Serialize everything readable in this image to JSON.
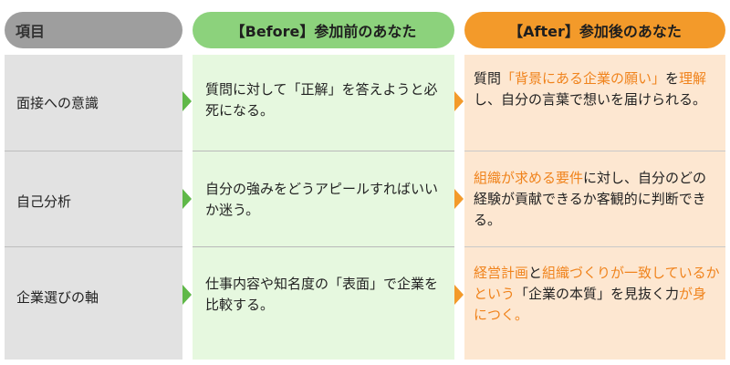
{
  "headers": {
    "item": "項目",
    "before": "【Before】参加前のあなた",
    "after": "【After】参加後のあなた"
  },
  "rows": [
    {
      "item": "面接への意識",
      "before": "質問に対して「正解」を答えようと必死になる。",
      "after": [
        {
          "t": "質問",
          "hl": false
        },
        {
          "t": "「背景にある企業の願い」",
          "hl": true
        },
        {
          "t": "を",
          "hl": false
        },
        {
          "t": "理解",
          "hl": true
        },
        {
          "t": "し、自分の言葉で想いを届けられる。",
          "hl": false
        }
      ]
    },
    {
      "item": "自己分析",
      "before": "自分の強みをどうアピールすればいいか迷う。",
      "after": [
        {
          "t": "組織が求める要件",
          "hl": true
        },
        {
          "t": "に対し、自分のどの経験が貢献できるか客観的に判断できる。",
          "hl": false
        }
      ]
    },
    {
      "item": "企業選びの軸",
      "before": "仕事内容や知名度の「表面」で企業を比較する。",
      "after": [
        {
          "t": "経営計画",
          "hl": true
        },
        {
          "t": "と",
          "hl": false
        },
        {
          "t": "組織づくりが一致しているかという",
          "hl": true
        },
        {
          "t": "「企業の本質」を見抜く力",
          "hl": false
        },
        {
          "t": "が身につく。",
          "hl": true
        }
      ]
    }
  ],
  "colors": {
    "header_item": "#9e9e9e",
    "header_before": "#8cd27c",
    "header_after": "#f39a2a",
    "highlight": "#f0831c"
  }
}
